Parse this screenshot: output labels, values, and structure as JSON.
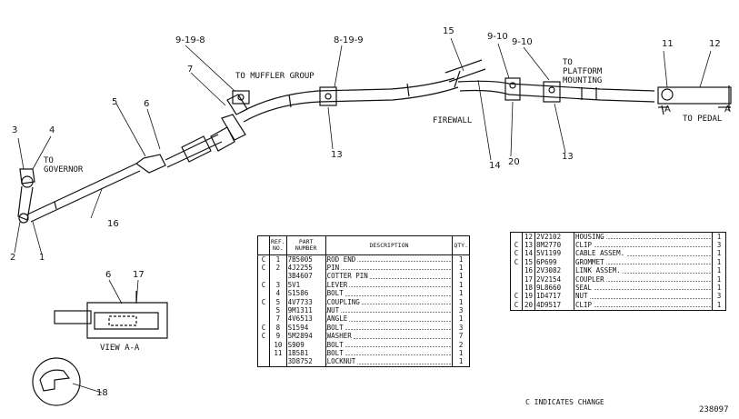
{
  "callouts": {
    "c1": "1",
    "c2": "2",
    "c3": "3",
    "c4": "4",
    "c5": "5",
    "c6a": "6",
    "c6b": "6",
    "c7": "7",
    "c8": "8-19-9",
    "c9a": "9-19-8",
    "c9b": "9-10",
    "c9c": "9-10",
    "c11": "11",
    "c12": "12",
    "c13a": "13",
    "c13b": "13",
    "c14": "14",
    "c15": "15",
    "c16": "16",
    "c17": "17",
    "c18": "18",
    "c20": "20",
    "cA1": "A",
    "cA2": "A"
  },
  "labels": {
    "to_governor": "TO\nGOVERNOR",
    "to_muffler": "TO MUFFLER GROUP",
    "to_platform": "TO\nPLATFORM\nMOUNTING",
    "firewall": "FIREWALL",
    "to_pedal": "TO PEDAL",
    "view_aa": "VIEW A-A"
  },
  "table1": {
    "headers": {
      "change": "",
      "ref": "REF.\nNO.",
      "part": "PART\nNUMBER",
      "desc": "DESCRIPTION",
      "qty": "QTY."
    },
    "rows": [
      {
        "c": "C",
        "ref": "1",
        "part": "7B5005",
        "desc": "ROD END",
        "qty": "1"
      },
      {
        "c": "C",
        "ref": "2",
        "part": "4J2255",
        "desc": "PIN",
        "qty": "1"
      },
      {
        "c": "",
        "ref": "",
        "part": "3B4607",
        "desc": "COTTER PIN",
        "qty": "1"
      },
      {
        "c": "C",
        "ref": "3",
        "part": "5V1",
        "desc": "LEVER",
        "qty": "1"
      },
      {
        "c": "",
        "ref": "4",
        "part": "S1586",
        "desc": "BOLT",
        "qty": "1"
      },
      {
        "c": "C",
        "ref": "5",
        "part": "4V7733",
        "desc": "COUPLING",
        "qty": "1"
      },
      {
        "c": "",
        "ref": "5",
        "part": "9M1311",
        "desc": "NUT",
        "qty": "3"
      },
      {
        "c": "",
        "ref": "7",
        "part": "4V6513",
        "desc": "ANGLE",
        "qty": "1"
      },
      {
        "c": "C",
        "ref": "8",
        "part": "S1594",
        "desc": "BOLT",
        "qty": "3"
      },
      {
        "c": "C",
        "ref": "9",
        "part": "5M2894",
        "desc": "WASHER",
        "qty": "7"
      },
      {
        "c": "",
        "ref": "10",
        "part": "S909",
        "desc": "BOLT",
        "qty": "2"
      },
      {
        "c": "",
        "ref": "11",
        "part": "1B581",
        "desc": "BOLT",
        "qty": "1"
      },
      {
        "c": "",
        "ref": "",
        "part": "3D8752",
        "desc": "LOCKNUT",
        "qty": "1"
      }
    ]
  },
  "table2": {
    "rows": [
      {
        "c": "",
        "ref": "12",
        "part": "2V2102",
        "desc": "HOUSING",
        "qty": "1"
      },
      {
        "c": "C",
        "ref": "13",
        "part": "8M2770",
        "desc": "CLIP",
        "qty": "3"
      },
      {
        "c": "C",
        "ref": "14",
        "part": "5V1199",
        "desc": "CABLE ASSEM.",
        "qty": "1"
      },
      {
        "c": "C",
        "ref": "15",
        "part": "6P699",
        "desc": "GROMMET",
        "qty": "1"
      },
      {
        "c": "",
        "ref": "16",
        "part": "2V3082",
        "desc": "LINK ASSEM.",
        "qty": "1"
      },
      {
        "c": "",
        "ref": "17",
        "part": "2V2154",
        "desc": "COUPLER",
        "qty": "1"
      },
      {
        "c": "",
        "ref": "18",
        "part": "9L8660",
        "desc": "SEAL",
        "qty": "1"
      },
      {
        "c": "C",
        "ref": "19",
        "part": "1D4717",
        "desc": "NUT",
        "qty": "3"
      },
      {
        "c": "C",
        "ref": "20",
        "part": "4D9517",
        "desc": "CLIP",
        "qty": "1"
      }
    ]
  },
  "footnote": "C INDICATES CHANGE",
  "image_number": "238097"
}
